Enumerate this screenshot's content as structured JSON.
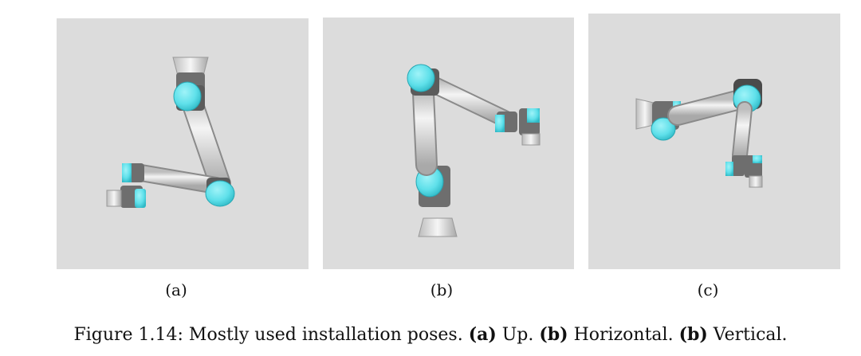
{
  "figure": {
    "subfigures": [
      {
        "id": "a",
        "label": "(a)"
      },
      {
        "id": "b",
        "label": "(b)"
      },
      {
        "id": "c",
        "label": "(c)"
      }
    ],
    "caption": {
      "prefix": "Figure 1.14: Mostly used installation poses.",
      "items": [
        {
          "tag": "(a)",
          "text": "Up."
        },
        {
          "tag": "(b)",
          "text": "Horizontal."
        },
        {
          "tag": "(b)",
          "text": "Vertical."
        }
      ]
    },
    "colors": {
      "panel_background": "#dcdcdc",
      "joint_cap": "#5fe0ea",
      "joint_body": "#6e6e6e",
      "link": "#e2e2e2"
    }
  }
}
